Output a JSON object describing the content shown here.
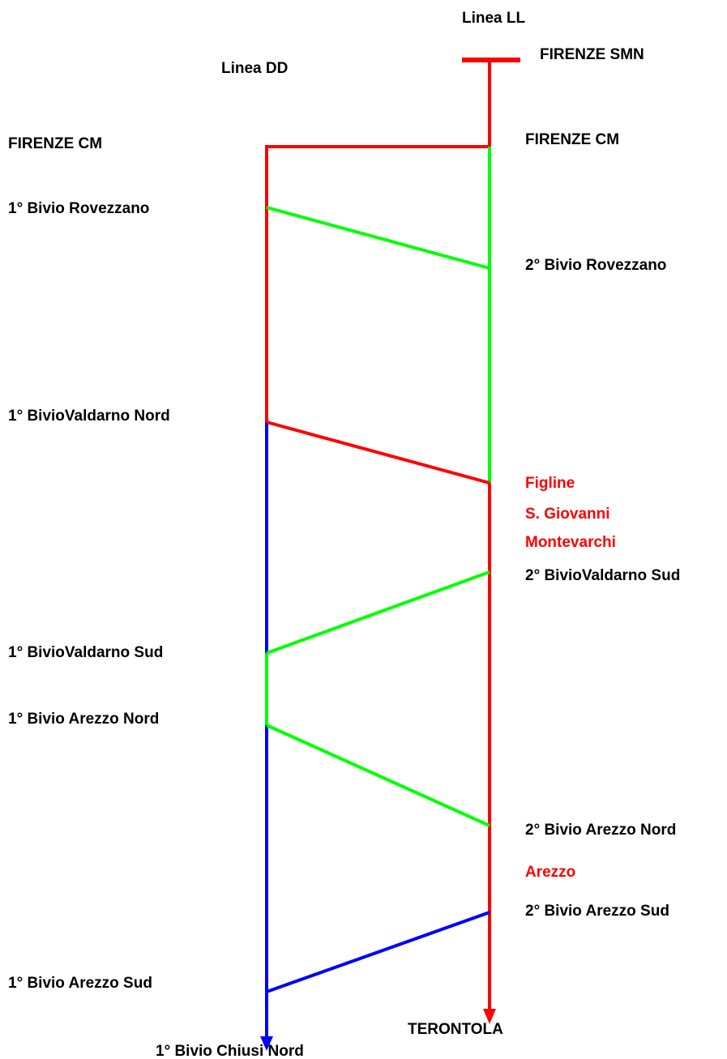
{
  "colors": {
    "red": "#ff0000",
    "green": "#00ff00",
    "blue": "#0000ff",
    "text": "#000000",
    "highlight_text": "#ff0000"
  },
  "lines": {
    "ll": "Linea LL",
    "dd": "Linea DD"
  },
  "stations": {
    "firenze_smn": "FIRENZE SMN",
    "firenze_cm_dd": "FIRENZE CM",
    "firenze_cm_ll": "FIRENZE CM",
    "bivio_rovezzano_1": "1°  Bivio Rovezzano",
    "bivio_rovezzano_2": "2°  Bivio Rovezzano",
    "bivio_valdarno_nord_1": "1°  BivioValdarno Nord",
    "figline": "Figline",
    "s_giovanni": "S. Giovanni",
    "montevarchi": "Montevarchi",
    "bivio_valdarno_sud_2": "2°  BivioValdarno Sud",
    "bivio_valdarno_sud_1": "1°  BivioValdarno Sud",
    "bivio_arezzo_nord_1": "1°  Bivio Arezzo Nord",
    "bivio_arezzo_nord_2": "2°  Bivio Arezzo Nord",
    "arezzo": "Arezzo",
    "bivio_arezzo_sud_2": "2°  Bivio Arezzo Sud",
    "bivio_arezzo_sud_1": "1°  Bivio Arezzo Sud",
    "terontola": "TERONTOLA",
    "bivio_chiusi_nord_1": "1°  Bivio Chiusi Nord"
  },
  "icons": {
    "terminus": "terminus-bar-icon",
    "direction": "arrow-down-icon"
  }
}
